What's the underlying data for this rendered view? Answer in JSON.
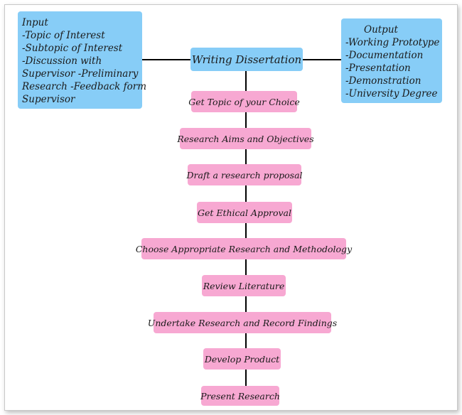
{
  "title": "Writing Dissertation",
  "input": {
    "lines": [
      "Input",
      "-Topic of Interest",
      "-Subtopic of Interest",
      "-Discussion with",
      "Supervisor -Preliminary",
      "Research -Feedback form",
      "Supervisor"
    ]
  },
  "output": {
    "lines": [
      "Output",
      "-Working Prototype",
      "-Documentation",
      "-Presentation",
      "-Demonstration",
      "-University Degree"
    ]
  },
  "steps": [
    "Get Topic of your Choice",
    "Research Aims and Objectives",
    "Draft a research proposal",
    "Get Ethical Approval",
    "Choose Appropriate Research and Methodology",
    "Review Literature",
    "Undertake Research and Record Findings",
    "Develop Product",
    "Present Research"
  ],
  "colors": {
    "input_output_fill": "#87cdf7",
    "step_fill": "#f7a8d2",
    "connector": "#000000"
  }
}
